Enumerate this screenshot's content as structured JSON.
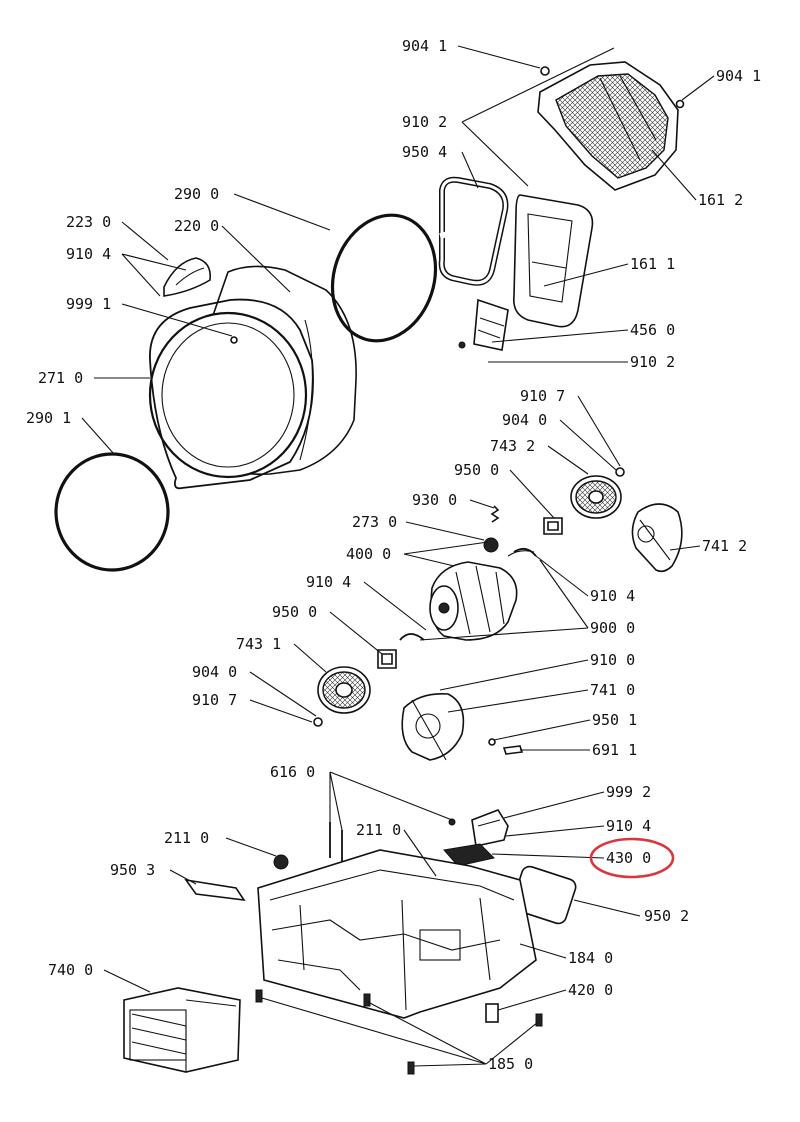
{
  "labels": {
    "l904_1a": "904 1",
    "l904_1b": "904 1",
    "l910_2a": "910 2",
    "l950_4": "950 4",
    "l161_2": "161 2",
    "l290_0": "290 0",
    "l220_0": "220 0",
    "l223_0": "223 0",
    "l910_4a": "910 4",
    "l161_1": "161 1",
    "l999_1": "999 1",
    "l456_0": "456 0",
    "l910_2b": "910 2",
    "l271_0": "271 0",
    "l910_7a": "910 7",
    "l290_1": "290 1",
    "l904_0a": "904 0",
    "l743_2": "743 2",
    "l950_0a": "950 0",
    "l930_0": "930 0",
    "l273_0": "273 0",
    "l741_2": "741 2",
    "l400_0": "400 0",
    "l910_4b": "910 4",
    "l910_4c": "910 4",
    "l950_0b": "950 0",
    "l900_0": "900 0",
    "l743_1": "743 1",
    "l910_0": "910 0",
    "l904_0b": "904 0",
    "l741_0": "741 0",
    "l910_7b": "910 7",
    "l950_1": "950 1",
    "l691_1": "691 1",
    "l616_0": "616 0",
    "l999_2": "999 2",
    "l211_0a": "211 0",
    "l211_0b": "211 0",
    "l910_4d": "910 4",
    "l430_0": "430 0",
    "l950_3": "950 3",
    "l950_2": "950 2",
    "l184_0": "184 0",
    "l740_0": "740 0",
    "l420_0": "420 0",
    "l185_0": "185 0"
  },
  "highlight": {
    "part": "430 0",
    "color": "#d9363e"
  }
}
